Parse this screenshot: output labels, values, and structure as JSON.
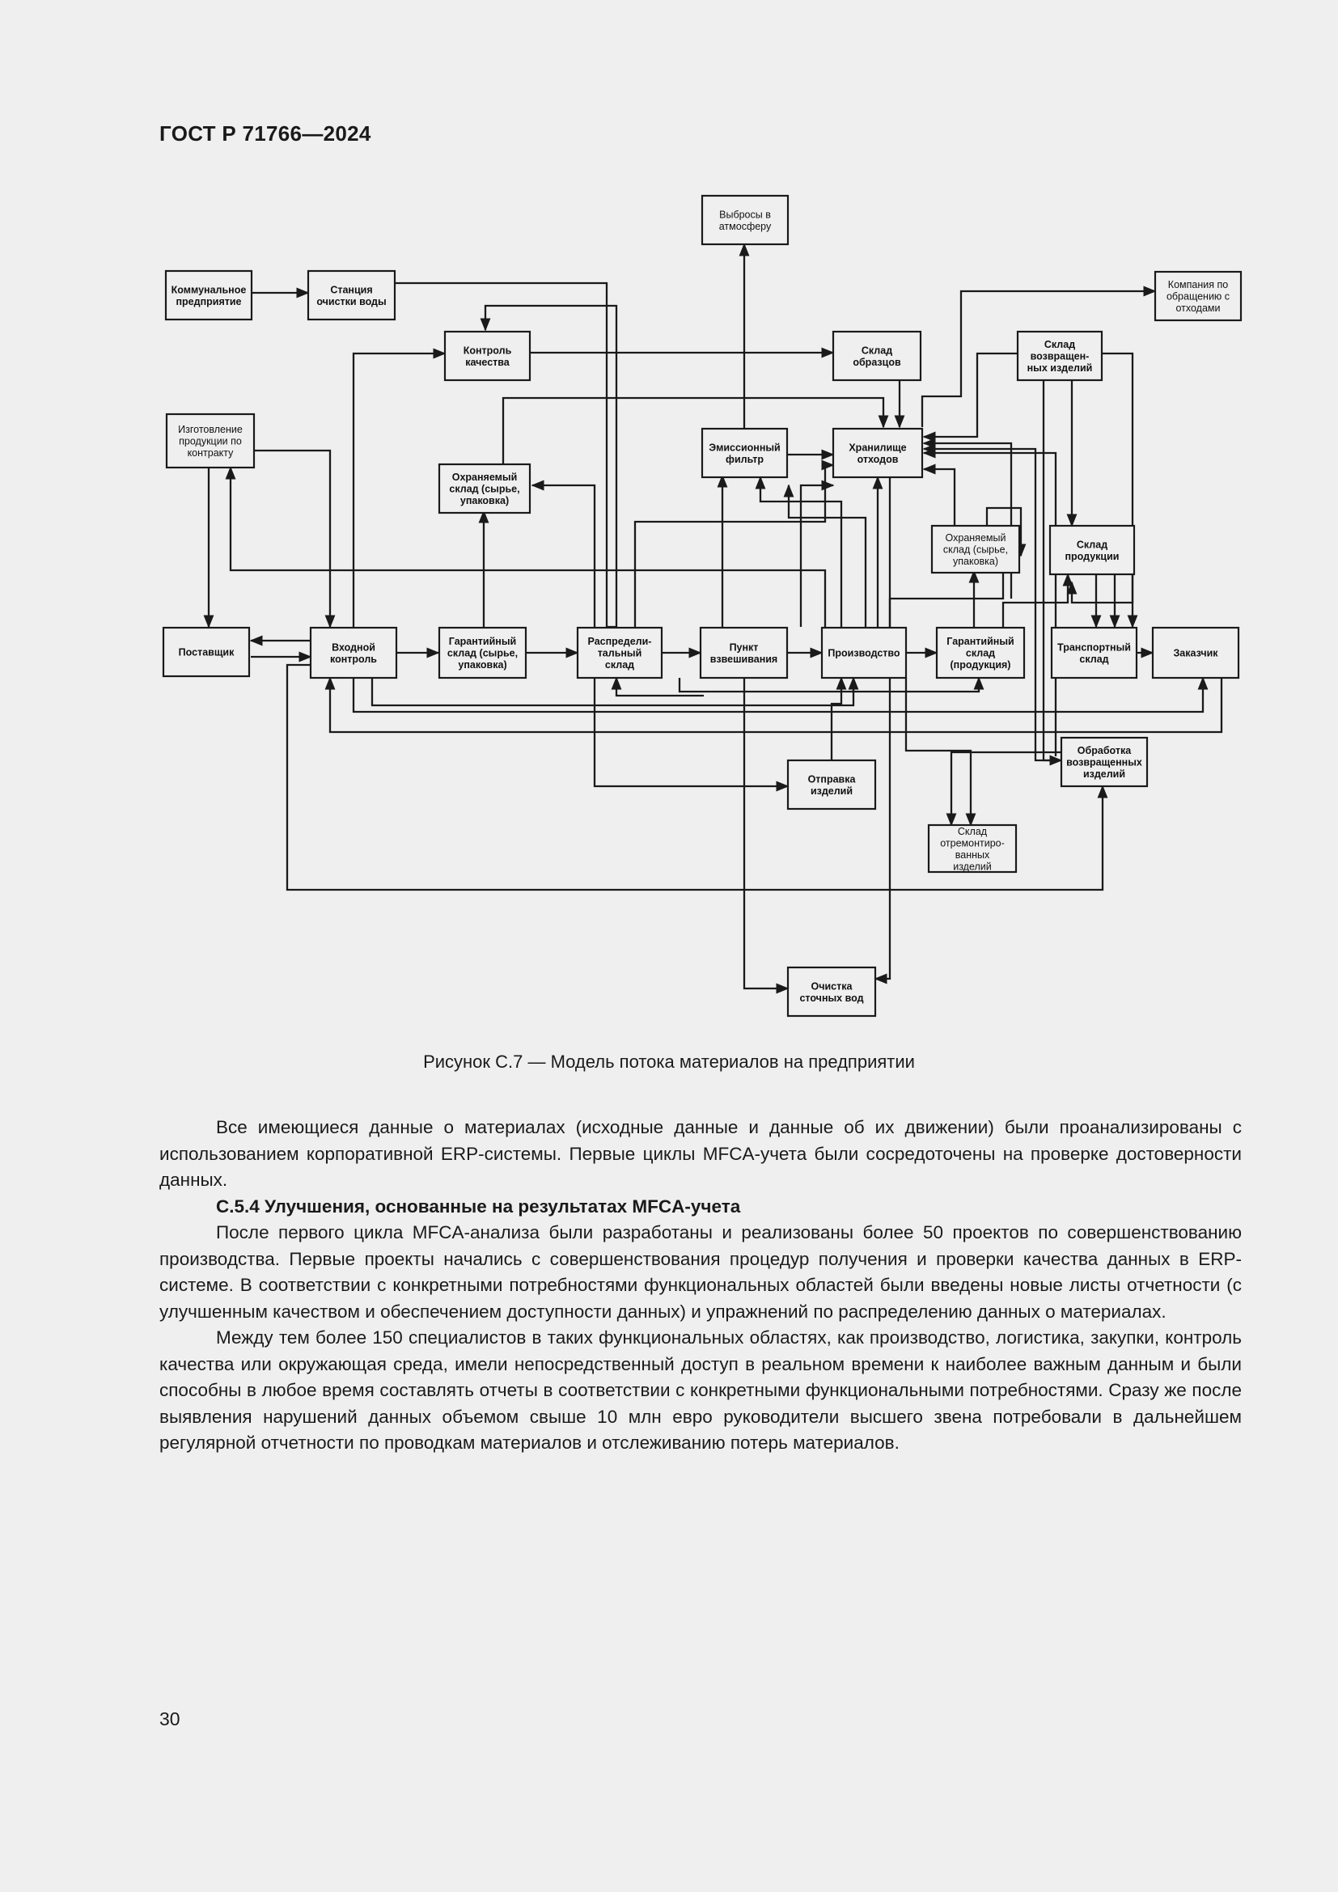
{
  "header": {
    "standard": "ГОСТ Р 71766—2024"
  },
  "figure": {
    "caption": "Рисунок С.7 — Модель потока материалов на предприятии",
    "nodes": {
      "vybrosy": [
        "Выбросы в",
        "атмосферу"
      ],
      "kommunalnoe": [
        "Коммунальное",
        "предприятие"
      ],
      "stanciya": [
        "Станция",
        "очистки воды"
      ],
      "kompaniya": [
        "Компания по",
        "обращению с",
        "отходами"
      ],
      "kontrol_kach": [
        "Контроль",
        "качества"
      ],
      "sklad_obrazcov": [
        "Склад",
        "образцов"
      ],
      "sklad_vozvr": [
        "Склад",
        "возвращен-",
        "ных изделий"
      ],
      "izgotovlenie": [
        "Изготовление",
        "продукции по",
        "контракту"
      ],
      "emissionny": [
        "Эмиссионный",
        "фильтр"
      ],
      "hranilische": [
        "Хранилище",
        "отходов"
      ],
      "ohranyaemy1": [
        "Охраняемый",
        "склад (сырье,",
        "упаковка)"
      ],
      "ohranyaemy2": [
        "Охраняемый",
        "склад (сырье,",
        "упаковка)"
      ],
      "sklad_prod": [
        "Склад",
        "продукции"
      ],
      "postavschik": [
        "Поставщик"
      ],
      "vhodnoy": [
        "Входной",
        "контроль"
      ],
      "garant1": [
        "Гарантийный",
        "склад (сырье,",
        "упаковка)"
      ],
      "raspred": [
        "Распредели-",
        "тальный",
        "склад"
      ],
      "punkt": [
        "Пункт",
        "взвешивания"
      ],
      "proizvodstvo": [
        "Производство"
      ],
      "garant2": [
        "Гарантийный",
        "склад",
        "(продукция)"
      ],
      "transport": [
        "Транспортный",
        "склад"
      ],
      "zakazchik": [
        "Заказчик"
      ],
      "otpravka": [
        "Отправка",
        "изделий"
      ],
      "obrabotka": [
        "Обработка",
        "возвращенных",
        "изделий"
      ],
      "sklad_otrem": [
        "Склад",
        "отремонтиро-",
        "ванных",
        "изделий"
      ],
      "ochistka": [
        "Очистка",
        "сточных вод"
      ]
    }
  },
  "body": {
    "p1": "Все имеющиеся данные о материалах (исходные данные и данные об их движении) были проанализированы с использованием корпоративной ERP-системы. Первые циклы MFCA-учета были сосредоточены на проверке достоверности данных.",
    "heading": "С.5.4 Улучшения, основанные на результатах MFCA-учета",
    "p2": "После первого цикла MFCA-анализа были разработаны и реализованы более 50 проектов по совершенствованию производства. Первые проекты начались с совершенствования процедур получения и проверки качества данных в ERP-системе. В соответствии с конкретными потребностями функциональных областей были введены новые листы отчетности (с улучшенным качеством и обеспечением доступности данных) и упражнений по распределению данных о материалах.",
    "p3": "Между тем более 150 специалистов в таких функциональных областях, как производство, логистика, закупки, контроль качества или окружающая среда, имели непосредственный доступ в реальном времени к наиболее важным данным и были способны в любое время составлять отчеты в соответствии с конкретными функциональными потребностями. Сразу же после выявления нарушений данных объемом свыше 10 млн евро руководители высшего звена потребовали в дальнейшем регулярной отчетности по проводкам материалов и отслеживанию потерь материалов."
  },
  "page_number": "30"
}
